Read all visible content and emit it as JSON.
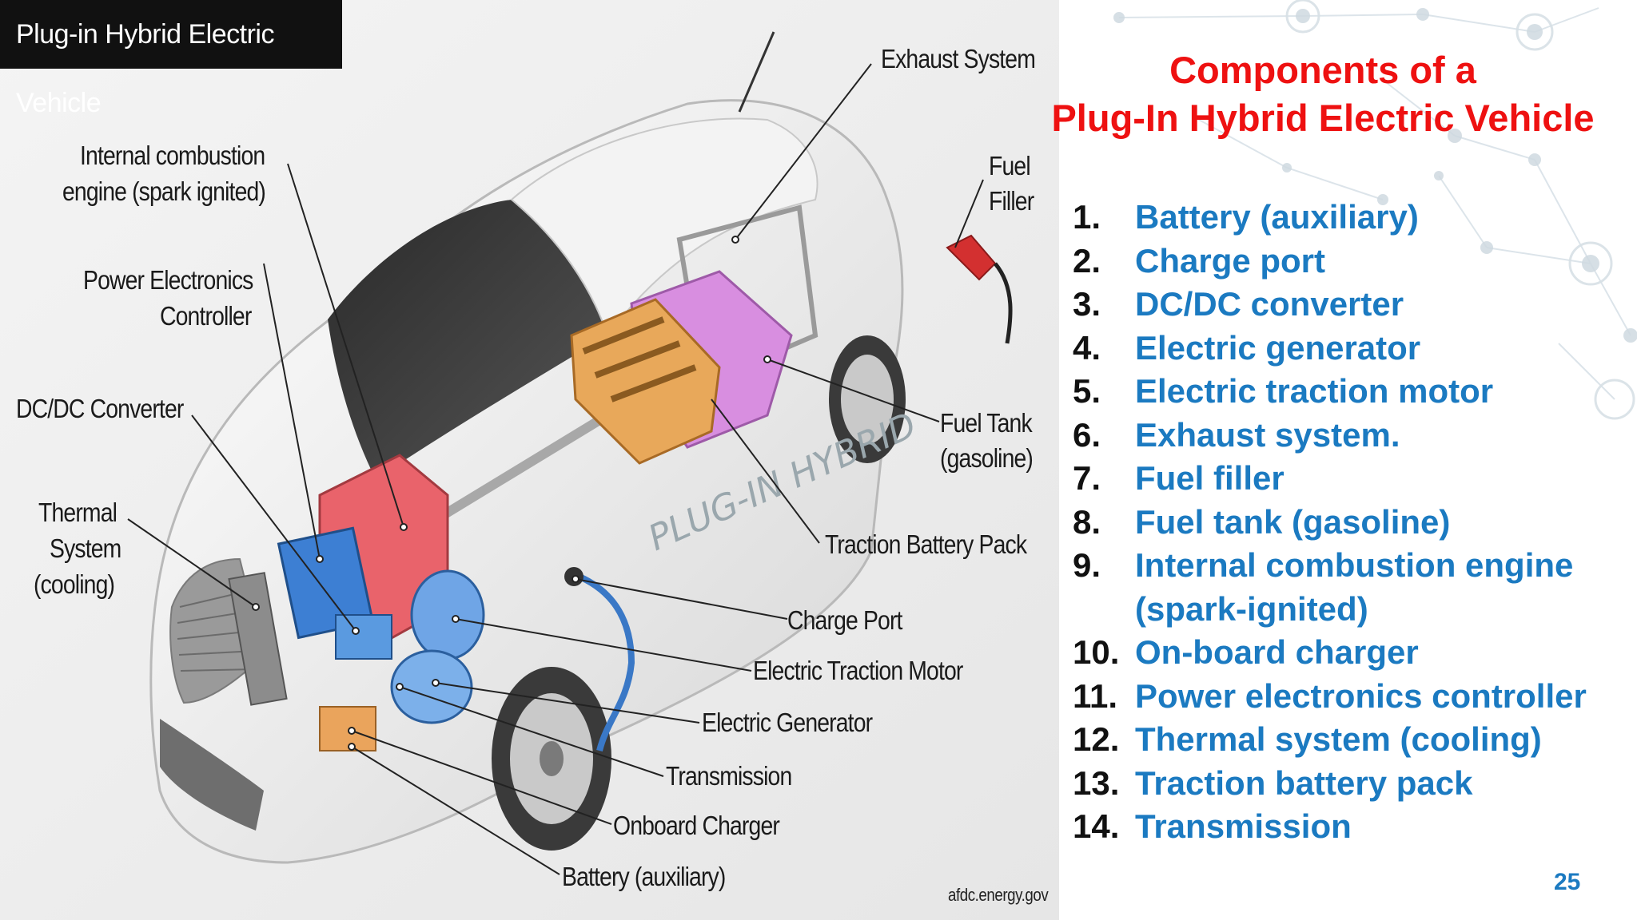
{
  "diagram": {
    "title": "Plug-in Hybrid Electric Vehicle",
    "credit": "afdc.energy.gov",
    "vehicle_decal": "PLUG-IN HYBRID",
    "callouts": {
      "exhaust_system": "Exhaust System",
      "fuel_filler_1": "Fuel",
      "fuel_filler_2": "Filler",
      "ice_1": "Internal combustion",
      "ice_2": "engine (spark ignited)",
      "pec_1": "Power Electronics",
      "pec_2": "Controller",
      "dcdc": "DC/DC Converter",
      "thermal_1": "Thermal",
      "thermal_2": "System",
      "thermal_3": "(cooling)",
      "fuel_tank_1": "Fuel Tank",
      "fuel_tank_2": "(gasoline)",
      "traction_battery": "Traction Battery Pack",
      "charge_port": "Charge Port",
      "traction_motor": "Electric Traction Motor",
      "generator": "Electric Generator",
      "transmission": "Transmission",
      "onboard_charger": "Onboard Charger",
      "battery_aux": "Battery (auxiliary)"
    }
  },
  "slide": {
    "title_line1": "Components of a",
    "title_line2": "Plug-In Hybrid Electric Vehicle",
    "page_number": "25",
    "components": [
      {
        "num": "1.",
        "label": "Battery (auxiliary)"
      },
      {
        "num": "2.",
        "label": "Charge port"
      },
      {
        "num": "3.",
        "label": "DC/DC converter"
      },
      {
        "num": "4.",
        "label": "Electric generator"
      },
      {
        "num": "5.",
        "label": "Electric traction motor"
      },
      {
        "num": "6.",
        "label": "Exhaust system."
      },
      {
        "num": "7.",
        "label": "Fuel filler"
      },
      {
        "num": "8.",
        "label": "Fuel tank (gasoline)"
      },
      {
        "num": "9.",
        "label": "Internal combustion engine"
      },
      {
        "num": "",
        "label": "(spark-ignited)"
      },
      {
        "num": "10.",
        "label": "On-board charger"
      },
      {
        "num": "11.",
        "label": "Power electronics controller"
      },
      {
        "num": "12.",
        "label": "Thermal system (cooling)"
      },
      {
        "num": "13.",
        "label": "Traction battery pack"
      },
      {
        "num": "14.",
        "label": "Transmission"
      }
    ]
  },
  "colors": {
    "title_red": "#ee1111",
    "list_blue": "#1b7ac1",
    "number_black": "#111111"
  }
}
